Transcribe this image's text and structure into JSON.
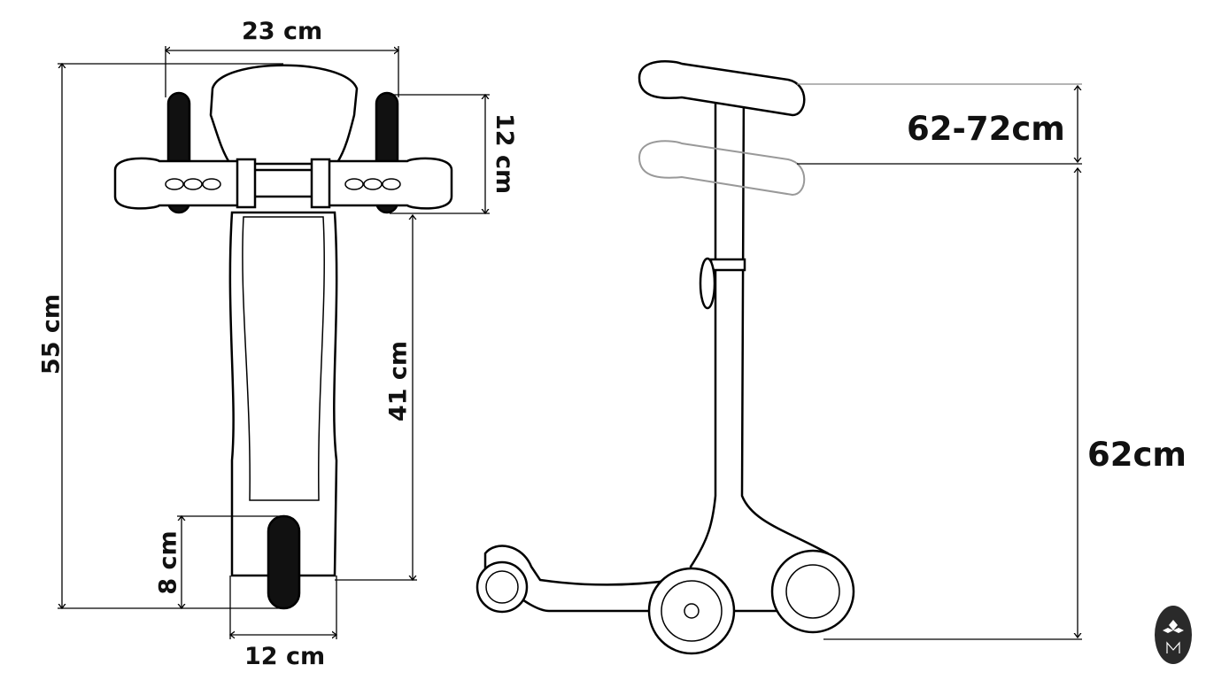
{
  "top_view": {
    "width_handlebar": "23 cm",
    "total_length": "55 cm",
    "front_wheel_width": "12 cm",
    "deck_length": "41 cm",
    "rear_wheel_length": "8 cm",
    "deck_width": "12 cm"
  },
  "side_view": {
    "height_range": "62-72cm",
    "min_height": "62cm"
  },
  "logo": {
    "letter": "M",
    "bg_color": "#2a2a2a"
  }
}
